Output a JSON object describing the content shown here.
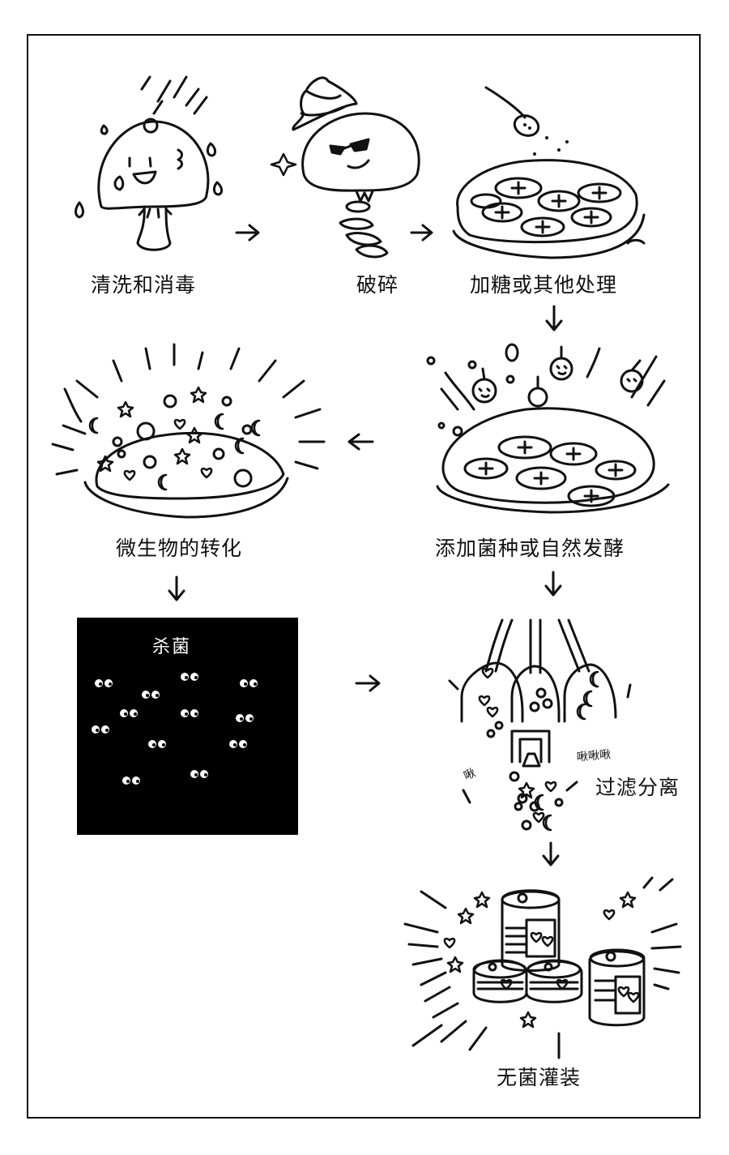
{
  "steps": {
    "wash": "清洗和消毒",
    "crush": "破碎",
    "sugar": "加糖或其他处理",
    "ferment": "添加菌种或自然发酵",
    "transform": "微生物的转化",
    "sterilize": "杀菌",
    "filter": "过滤分离",
    "fill": "无菌灌装"
  },
  "sound_effects": {
    "left": "啾",
    "right": "啾啾啾"
  },
  "colors": {
    "ink": "#111111",
    "background": "#ffffff",
    "dark_panel": "#000000"
  }
}
